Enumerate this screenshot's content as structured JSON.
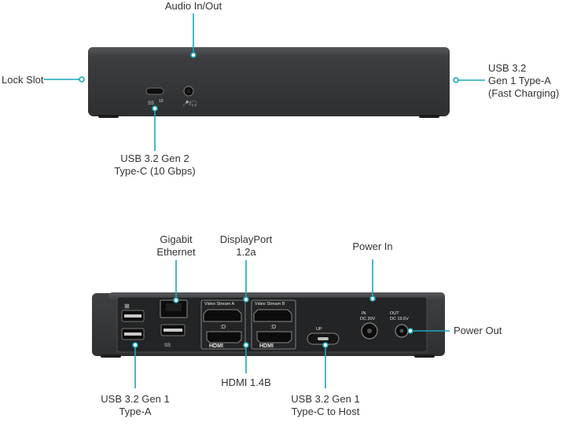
{
  "colors": {
    "callout": "#1aa7b8",
    "device": "#3a3b3d",
    "port": "#111111",
    "text": "#333333"
  },
  "front_view": {
    "labels": {
      "audio": "Audio In/Out",
      "lock_slot": "Lock Slot",
      "usb_a_fast": [
        "USB 3.2",
        "Gen 1 Type-A",
        "(Fast Charging)"
      ],
      "usb_c_gen2": [
        "USB 3.2 Gen 2",
        "Type-C (10 Gbps)"
      ]
    },
    "port_marks": {
      "usb_c": "SS",
      "usb_c_speed": "10",
      "audio": "🎤/🎧"
    }
  },
  "rear_view": {
    "labels": {
      "ethernet": [
        "Gigabit",
        "Ethernet"
      ],
      "displayport": [
        "DisplayPort",
        "1.2a"
      ],
      "power_in": "Power In",
      "power_out": "Power Out",
      "usb_a": [
        "USB 3.2 Gen 1",
        "Type-A"
      ],
      "hdmi": "HDMI 1.4B",
      "usb_c_host": [
        "USB 3.2 Gen 1",
        "Type-C to Host"
      ]
    },
    "port_marks": {
      "video_stream_a": "Video Stream A",
      "video_stream_b": "Video Stream B",
      "hdmi": "HDMI",
      "ss": "SS",
      "up": "UP",
      "in": "IN",
      "in_rating": "DC 20V",
      "out": "OUT",
      "out_rating": "DC 19.5V"
    }
  }
}
